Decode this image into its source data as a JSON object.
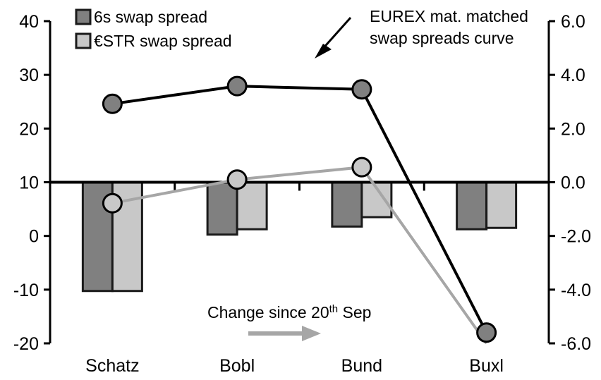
{
  "chart_data": {
    "type": "bar",
    "title": "",
    "categories": [
      "Schatz",
      "Bobl",
      "Bund",
      "Buxl"
    ],
    "grid": false,
    "legend_position": "top-left",
    "left_axis": {
      "label": "",
      "ticks": [
        "40",
        "30",
        "20",
        "10",
        "0",
        "-10",
        "-20"
      ],
      "tick_values": [
        40,
        30,
        20,
        10,
        0,
        -10,
        -20
      ],
      "ylim": [
        -20,
        40
      ]
    },
    "right_axis": {
      "label": "",
      "ticks": [
        "6.0",
        "4.0",
        "2.0",
        "0.0",
        "-2.0",
        "-4.0",
        "-6.0"
      ],
      "tick_values": [
        6.0,
        4.0,
        2.0,
        0.0,
        -2.0,
        -4.0,
        -6.0
      ],
      "ylim": [
        -6.0,
        6.0
      ]
    },
    "series": [
      {
        "name": "6s swap spread",
        "render": "bar",
        "axis": "right",
        "color": "#808080",
        "edge": "#1a1a1a",
        "values": [
          -4.05,
          -1.95,
          -1.65,
          -1.75
        ]
      },
      {
        "name": "€STR swap spread",
        "render": "bar",
        "axis": "right",
        "color": "#c8c8c8",
        "edge": "#1a1a1a",
        "values": [
          -4.05,
          -1.75,
          -1.3,
          -1.7
        ]
      },
      {
        "name": "EUREX mat. matched swap spreads curve",
        "render": "line",
        "axis": "left",
        "color": "#000000",
        "marker_fill": "#808080",
        "values": [
          24.6,
          27.9,
          27.3,
          -18.0
        ]
      },
      {
        "name": "Change since 20th Sep",
        "render": "line",
        "axis": "left",
        "color": "#a6a6a6",
        "marker_fill": "#c8c8c8",
        "values": [
          6.1,
          10.5,
          12.8,
          -20.0
        ]
      }
    ]
  },
  "legend": {
    "items": [
      {
        "label": "6s swap spread",
        "color": "#808080"
      },
      {
        "label": "€STR swap spread",
        "color": "#c8c8c8"
      }
    ]
  },
  "annotations": {
    "eurex": {
      "line1": "EUREX mat. matched",
      "line2": "swap spreads curve"
    },
    "change": {
      "text_main": "Change since 20",
      "text_sup": "th",
      "text_tail": " Sep"
    }
  },
  "colors": {
    "dark_bar": "#808080",
    "light_bar": "#c8c8c8",
    "black_line": "#000000",
    "gray_line": "#a6a6a6",
    "axis": "#000000"
  }
}
